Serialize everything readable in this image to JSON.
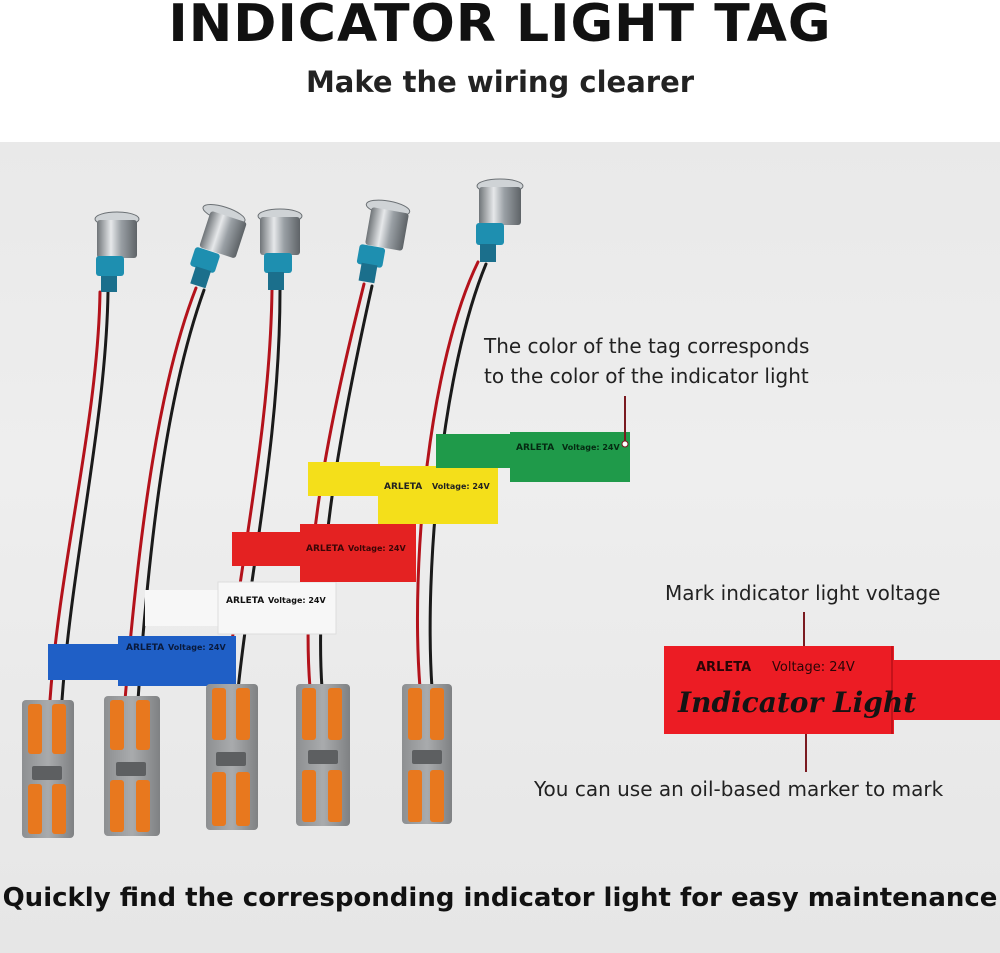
{
  "header": {
    "title": "INDICATOR LIGHT TAG",
    "subtitle": "Make the wiring clearer"
  },
  "annotations": {
    "tag_color_line1": "The color of the tag corresponds",
    "tag_color_line2": "to the color of the indicator light",
    "voltage_mark": "Mark indicator light voltage",
    "marker_note": "You can use an oil-based marker to mark"
  },
  "tags": [
    {
      "color": "#1f5fc6",
      "brand": "ARLETA",
      "voltage": "Voltage:  24V"
    },
    {
      "color": "#f7f7f7",
      "brand": "ARLETA",
      "voltage": "Voltage:  24V"
    },
    {
      "color": "#e42222",
      "brand": "ARLETA",
      "voltage": "Voltage:  24V"
    },
    {
      "color": "#f4df1a",
      "brand": "ARLETA",
      "voltage": "Voltage:  24V"
    },
    {
      "color": "#1f9a4a",
      "brand": "ARLETA",
      "voltage": "Voltage:  24V"
    }
  ],
  "closeup_tag": {
    "color": "#ec1c24",
    "brand": "ARLETA",
    "voltage": "Voltage:  24V",
    "handwriting": "Indicator Light"
  },
  "footer": {
    "caption": "Quickly find the corresponding indicator light for easy maintenance"
  }
}
